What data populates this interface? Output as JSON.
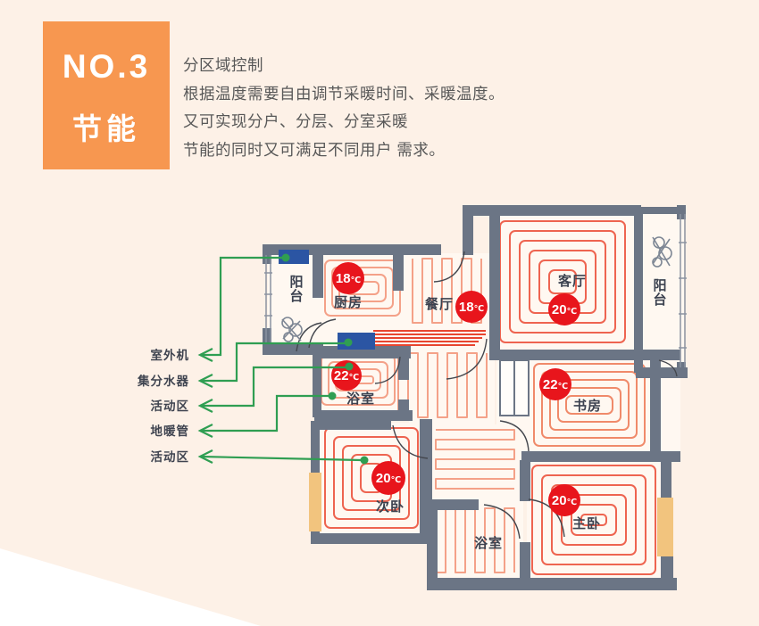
{
  "header_badge": {
    "line1": "NO.3",
    "line2": "节能"
  },
  "intro": {
    "title": "分区域控制",
    "line1": "根据温度需要自由调节采暖时间、采暖温度。",
    "line2": "又可实现分户、分层、分室采暖",
    "line3": "节能的同时又可满足不同用户 需求。"
  },
  "callouts": {
    "outdoor_unit": "室外机",
    "manifold": "集分水器",
    "activity_zone_1": "活动区",
    "heating_pipe": "地暖管",
    "activity_zone_2": "活动区"
  },
  "rooms": {
    "balcony_left": {
      "name": "阳台"
    },
    "kitchen": {
      "name": "厨房",
      "temp_value": "18",
      "temp_unit": "℃"
    },
    "dining": {
      "name": "餐厅",
      "temp_value": "18",
      "temp_unit": "℃"
    },
    "living": {
      "name": "客厅",
      "temp_value": "20",
      "temp_unit": "℃"
    },
    "balcony_right": {
      "name": "阳台"
    },
    "bath_upper": {
      "name": "浴室",
      "temp_value": "22",
      "temp_unit": "℃"
    },
    "study": {
      "name": "书房",
      "temp_value": "22",
      "temp_unit": "℃"
    },
    "bedroom_second": {
      "name": "次卧",
      "temp_value": "20",
      "temp_unit": "℃"
    },
    "bath_lower": {
      "name": "浴室"
    },
    "bedroom_master": {
      "name": "主卧",
      "temp_value": "20",
      "temp_unit": "℃"
    }
  },
  "colors": {
    "background": "#fdf1e7",
    "accent_orange": "#f79750",
    "wall_gray": "#6b7585",
    "pipe_light": "#f4a188",
    "pipe_red": "#ee6450",
    "trunk_red": "#e8452f",
    "badge_red": "#e8151c",
    "callout_green": "#2f9e52",
    "unit_blue": "#2b55a3",
    "window_tan": "#f2c47e",
    "floor": "#fff8f1"
  }
}
